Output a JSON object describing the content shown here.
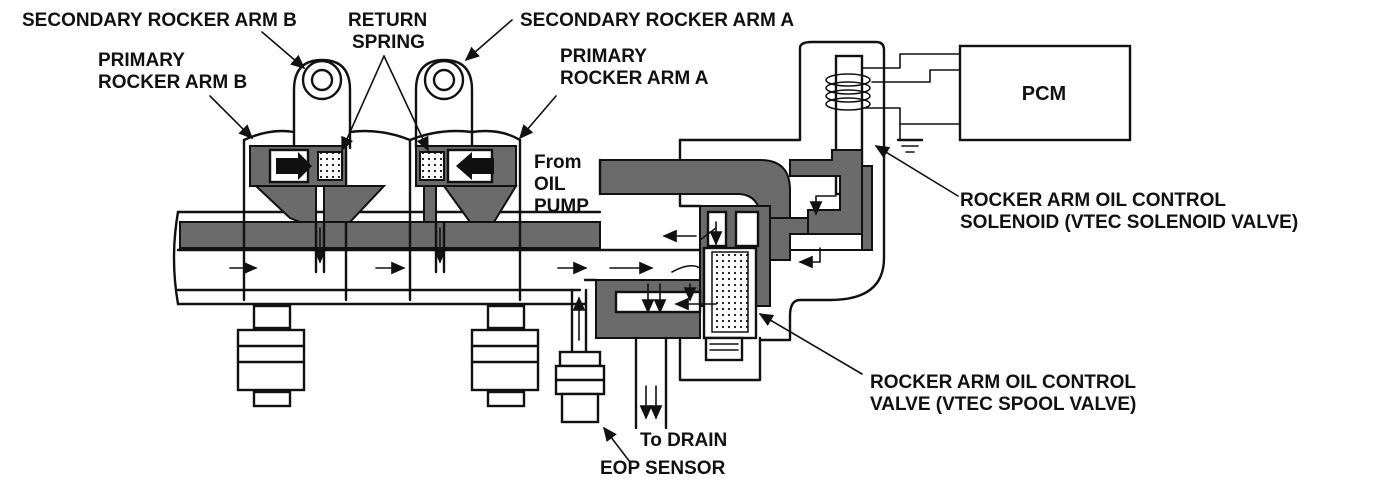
{
  "labels": {
    "secondary_b": "SECONDARY ROCKER ARM B",
    "return_spring_1": "RETURN",
    "return_spring_2": "SPRING",
    "secondary_a": "SECONDARY ROCKER ARM A",
    "primary_b_1": "PRIMARY",
    "primary_b_2": "ROCKER ARM B",
    "primary_a_1": "PRIMARY",
    "primary_a_2": "ROCKER ARM A",
    "pcm": "PCM",
    "from_oil_1": "From",
    "from_oil_2": "OIL",
    "from_oil_3": "PUMP",
    "solenoid_1": "ROCKER ARM OIL CONTROL",
    "solenoid_2": "SOLENOID (VTEC SOLENOID VALVE)",
    "spool_1": "ROCKER ARM OIL CONTROL",
    "spool_2": "VALVE (VTEC SPOOL VALVE)",
    "drain": "To DRAIN",
    "eop": "EOP SENSOR"
  },
  "colors": {
    "ink": "#111111",
    "oil": "#6b6b6b",
    "background": "#ffffff"
  }
}
